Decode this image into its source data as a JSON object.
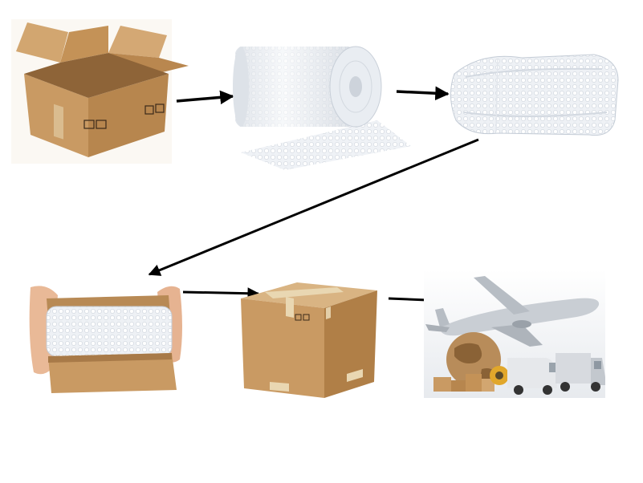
{
  "diagram": {
    "steps": [
      {
        "id": "open-box",
        "icon": "open-cardboard-box"
      },
      {
        "id": "bubble-roll",
        "icon": "bubble-wrap-roll"
      },
      {
        "id": "wrapped-item",
        "icon": "bubble-wrapped-package"
      },
      {
        "id": "packing-box",
        "icon": "item-in-box"
      },
      {
        "id": "sealed-box",
        "icon": "sealed-cardboard-box"
      },
      {
        "id": "shipping",
        "icon": "air-and-truck-freight"
      }
    ],
    "flow": [
      "open-box",
      "bubble-roll",
      "wrapped-item",
      "packing-box",
      "sealed-box",
      "shipping"
    ],
    "colors": {
      "cardboard": "#c99a63",
      "cardboard_dark": "#a87a48",
      "tape": "#e9d7b2",
      "bubble": "#eef1f5",
      "arrow": "#000000"
    }
  }
}
